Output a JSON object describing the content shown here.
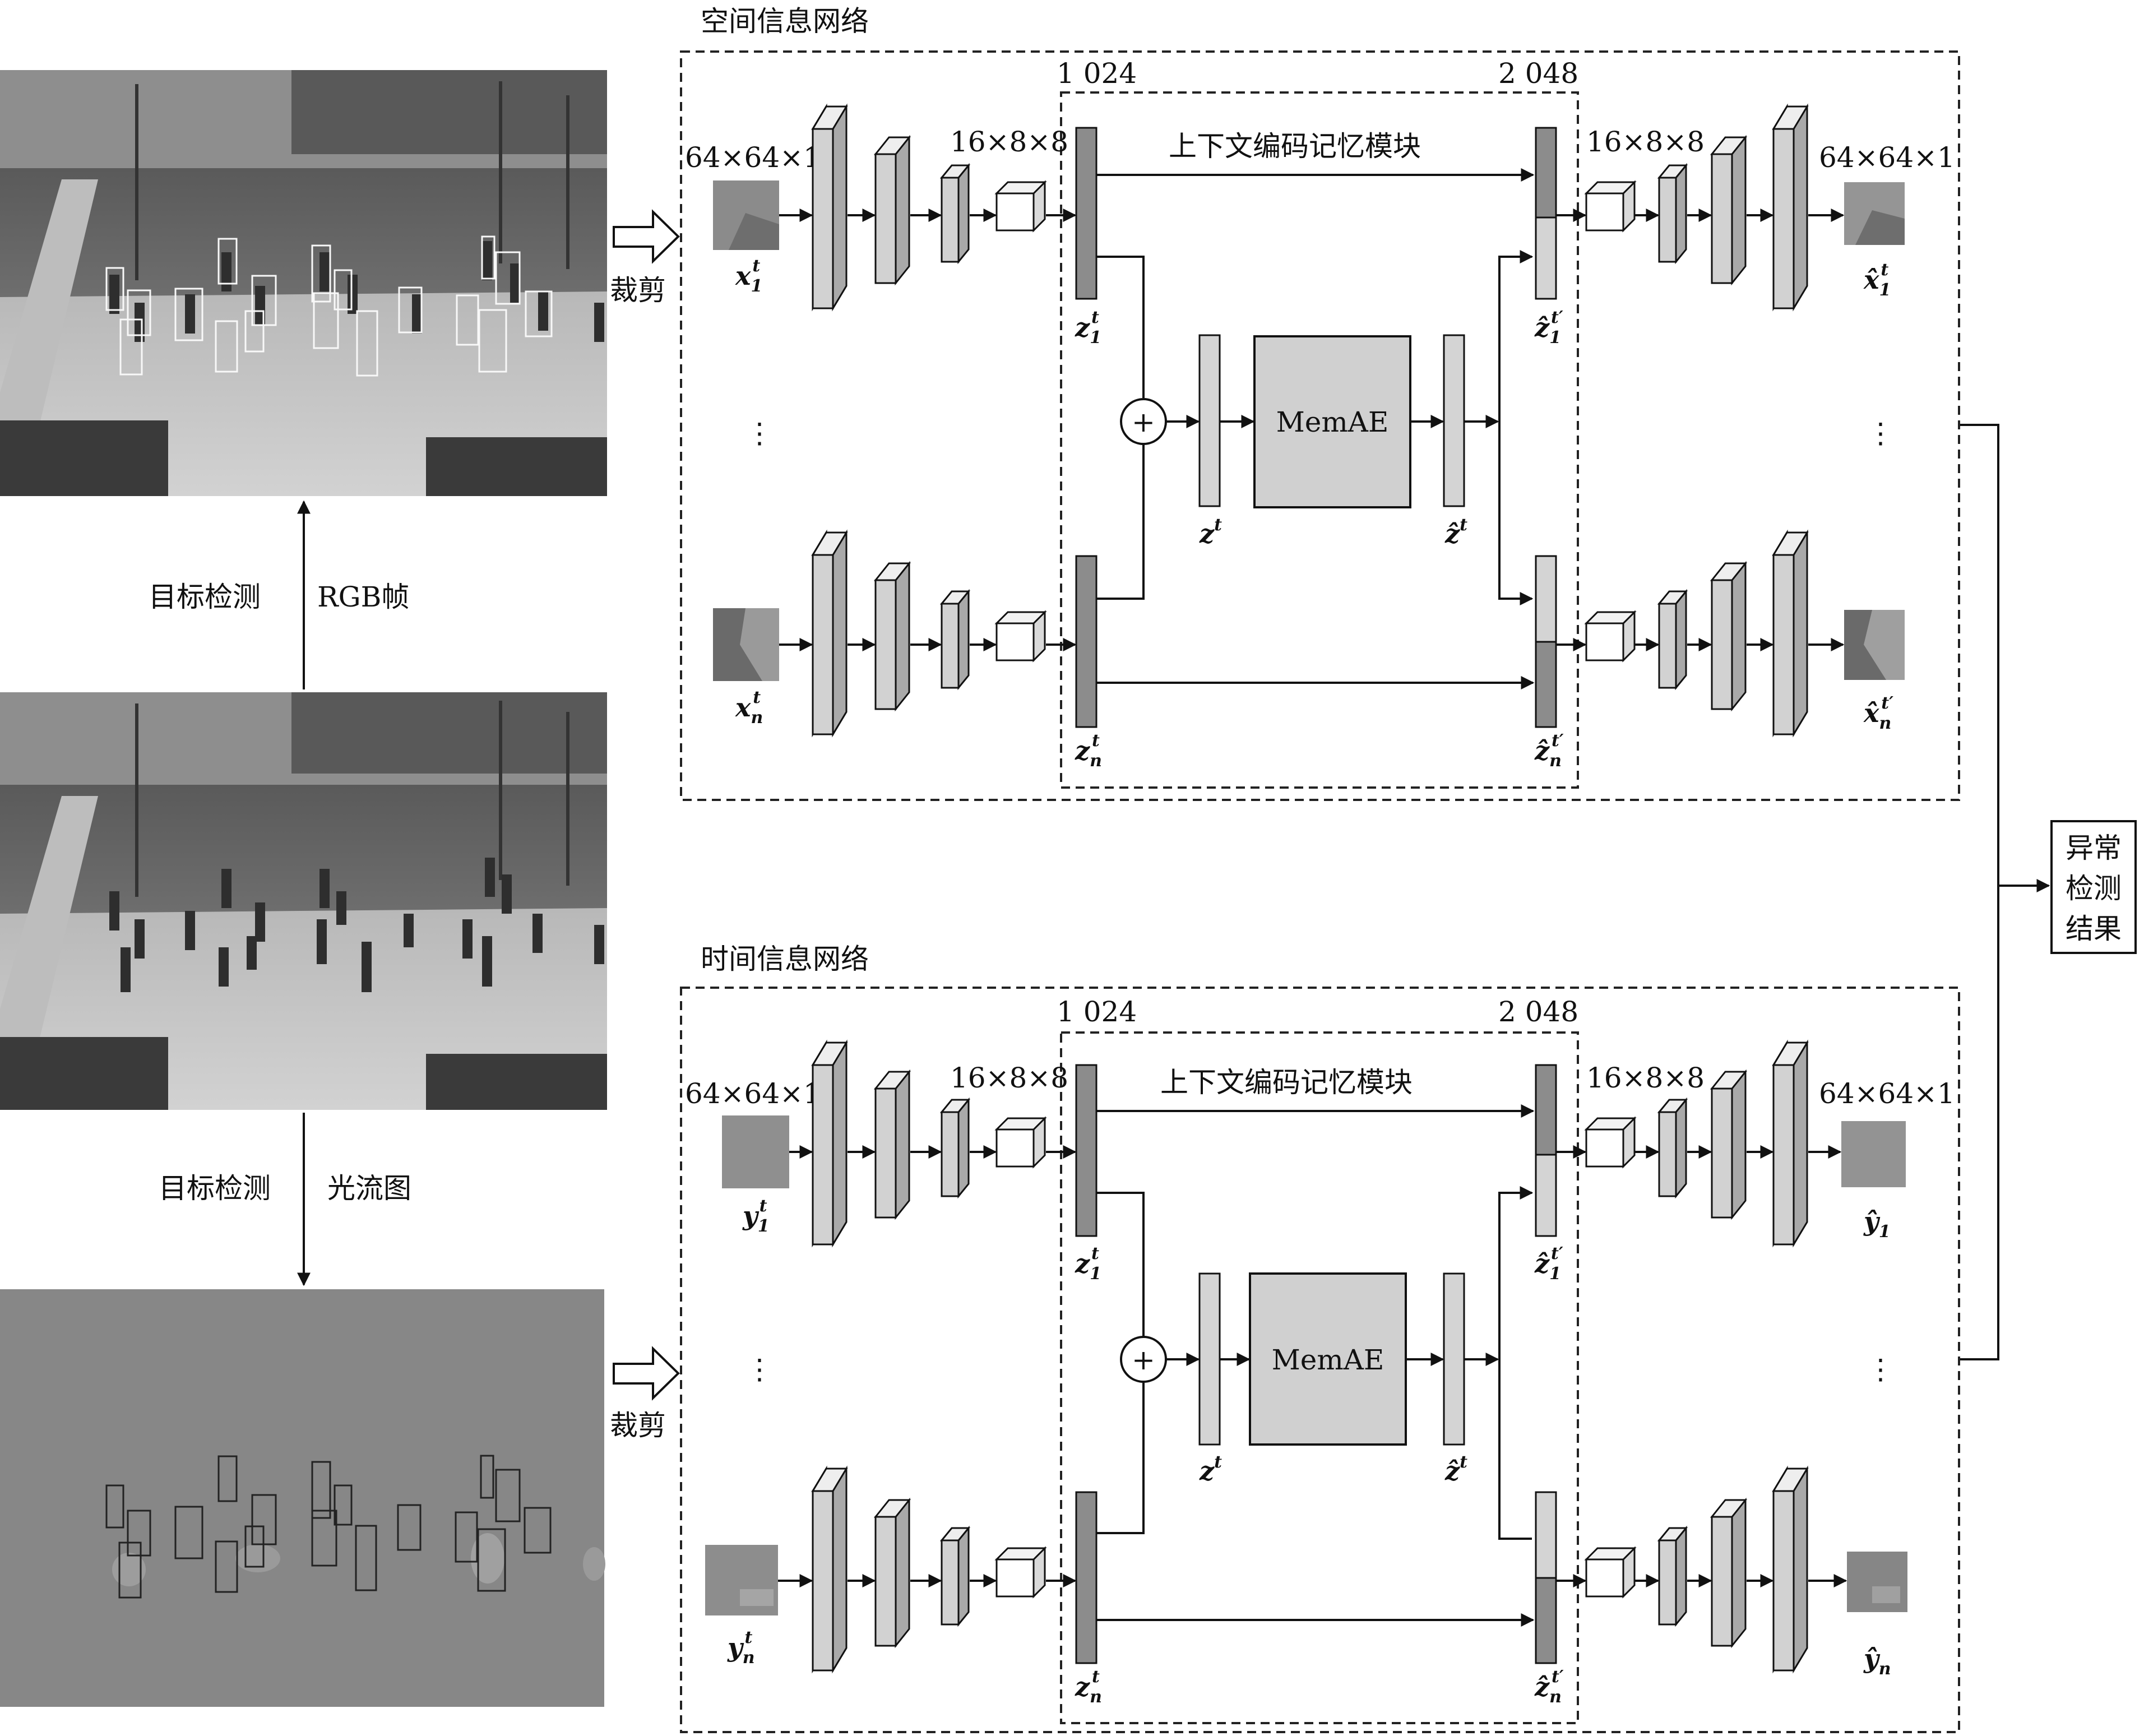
{
  "spatial": {
    "title": "空间信息网络",
    "dim_in": "64×64×1",
    "dim_enc": "16×8×8",
    "dim_dec": "16×8×8",
    "dim_out": "64×64×1",
    "feat_1024": "1 024",
    "feat_2048": "2 048",
    "module": "上下文编码记忆模块",
    "memae": "MemAE",
    "crop": "裁剪",
    "dots": "⋮"
  },
  "temporal": {
    "title": "时间信息网络",
    "dim_in": "64×64×1",
    "dim_enc": "16×8×8",
    "dim_dec": "16×8×8",
    "dim_out": "64×64×1",
    "feat_1024": "1 024",
    "feat_2048": "2 048",
    "module": "上下文编码记忆模块",
    "memae": "MemAE",
    "crop": "裁剪",
    "dots": "⋮"
  },
  "left": {
    "detect_rgb": "目标检测",
    "rgb_frame": "RGB帧",
    "detect_flow": "目标检测",
    "flow_map": "光流图"
  },
  "result": {
    "line1": "异常",
    "line2": "检测",
    "line3": "结果"
  },
  "math": {
    "x": "x",
    "y": "y",
    "z": "z",
    "xhat": "x̂",
    "yhat": "ŷ",
    "zhat": "ẑ",
    "sup_t": "t",
    "sup_tp": "t′",
    "sub_1": "1",
    "sub_n": "n",
    "plus": "+"
  },
  "colors": {
    "dark_bar": "#8c8c8c",
    "light_bar": "#d4d4d4",
    "memae_fill": "#d0d0d0"
  }
}
